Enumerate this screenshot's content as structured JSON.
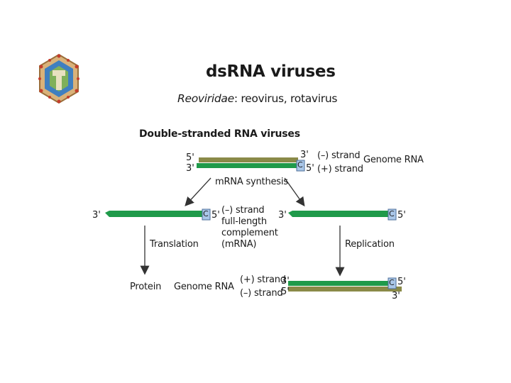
{
  "title": "dsRNA viruses",
  "subtitle": {
    "family": "Reoviridae",
    "rest": ": reovirus, rotavirus"
  },
  "heading": "Double-stranded RNA viruses",
  "genome": {
    "five_prime_top": "5'",
    "three_prime_top": "3'",
    "three_prime_bottom": "3'",
    "five_prime_bottom": "5'",
    "minus_strand": "(–) strand",
    "plus_strand": "(+) strand",
    "genome_rna": "Genome RNA",
    "cap": "C"
  },
  "mrna_synthesis": "mRNA synthesis",
  "left_product": {
    "three_prime": "3'",
    "five_prime": "5'",
    "cap": "C",
    "desc_line1": "(–) strand",
    "desc_line2": "full-length",
    "desc_line3": "complement",
    "desc_line4": "(mRNA)"
  },
  "right_product": {
    "three_prime": "3'",
    "five_prime": "5'",
    "cap": "C"
  },
  "translation": "Translation",
  "replication": "Replication",
  "protein": "Protein",
  "genome_rna_bottom": "Genome RNA",
  "replicated": {
    "plus_strand": "(+) strand",
    "minus_strand": "(–) strand",
    "three_prime_top": "3'",
    "five_prime_bottom_left": "5'",
    "five_prime_top_right": "5'",
    "three_prime_bottom_right": "3'",
    "cap": "C"
  },
  "colors": {
    "green": "#1f9a4a",
    "olive": "#8a8a48",
    "cap_fill": "#a9c6e8",
    "cap_stroke": "#4d6f99"
  }
}
